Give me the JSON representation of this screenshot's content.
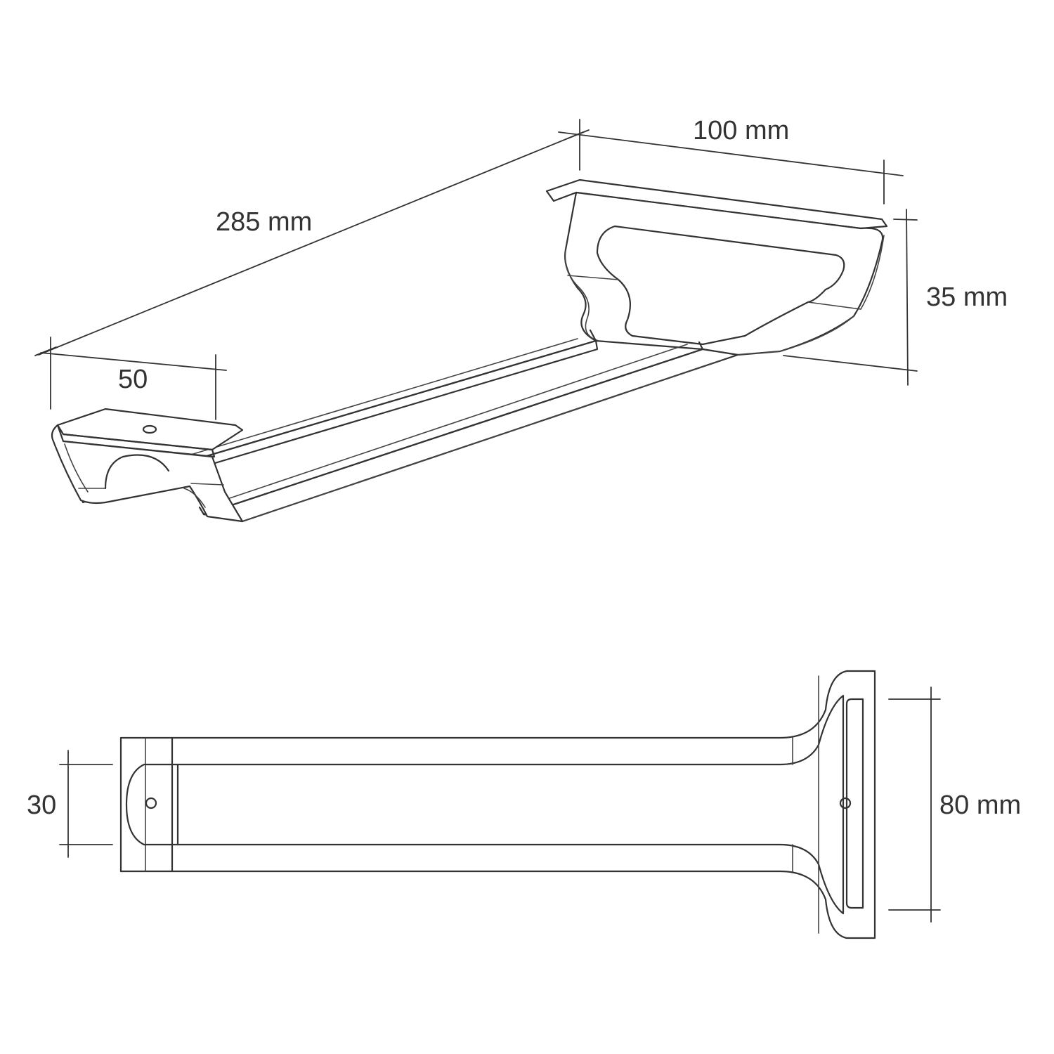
{
  "drawing": {
    "iso_view": {
      "dimensions": {
        "length": "285 mm",
        "width": "100 mm",
        "height": "35 mm",
        "tab_width": "50"
      }
    },
    "top_view": {
      "dimensions": {
        "inner_width": "30",
        "outer_width": "80 mm"
      }
    }
  },
  "colors": {
    "line": "#333333",
    "background": "#ffffff"
  }
}
